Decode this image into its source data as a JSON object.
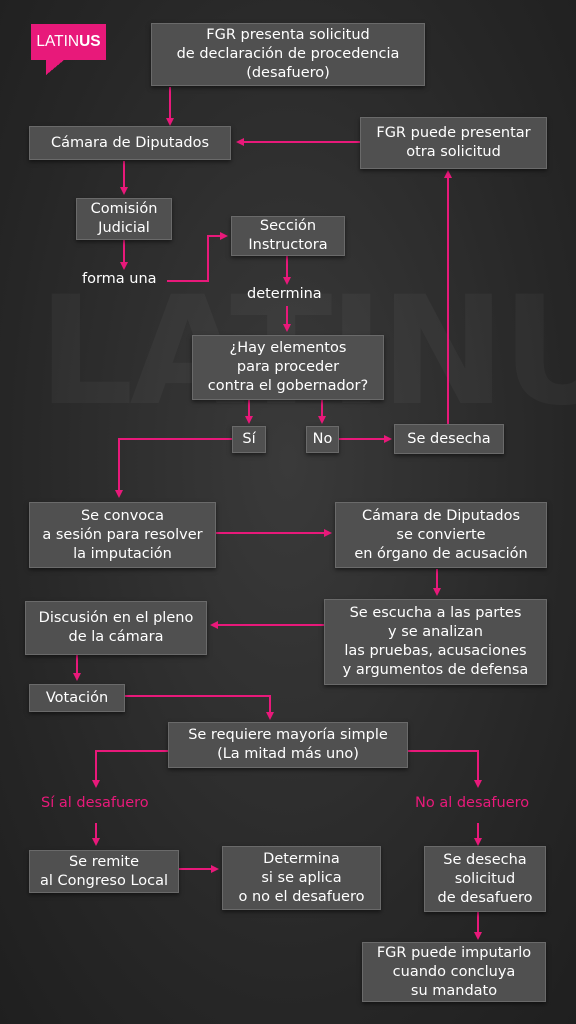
{
  "logo": {
    "part1": "LATIN",
    "part2": "US"
  },
  "watermark": "LATINUS",
  "colors": {
    "accent": "#e8197a",
    "box": "#505050",
    "background": "#2b2b2b"
  },
  "nodes": {
    "fgr_solicitud": "FGR presenta solicitud\nde declaración de procedencia\n(desafuero)",
    "camara_diputados": "Cámara de Diputados",
    "fgr_otra": "FGR puede presentar\notra solicitud",
    "comision_judicial": "Comisión\nJudicial",
    "forma_una": "forma una",
    "seccion_instructora": "Sección\nInstructora",
    "determina": "determina",
    "hay_elementos": "¿Hay elementos\npara proceder\ncontra el gobernador?",
    "si": "Sí",
    "no": "No",
    "se_desecha": "Se desecha",
    "se_convoca": "Se convoca\na sesión para resolver\nla imputación",
    "camara_organo": "Cámara de Diputados\nse convierte\nen órgano de acusación",
    "discusion_pleno": "Discusión en el pleno\nde la cámara",
    "se_escucha": "Se escucha a las partes\ny se analizan\nlas pruebas, acusaciones\ny argumentos de defensa",
    "votacion": "Votación",
    "mayoria_simple": "Se requiere mayoría simple\n(La mitad más uno)",
    "si_desafuero": "Sí al desafuero",
    "no_desafuero": "No al desafuero",
    "se_remite": "Se remite\nal Congreso Local",
    "determina_aplica": "Determina\nsi se aplica\no no el desafuero",
    "se_desecha_solicitud": "Se desecha\nsolicitud\nde desafuero",
    "fgr_imputarlo": "FGR puede imputarlo\ncuando concluya\nsu mandato"
  }
}
